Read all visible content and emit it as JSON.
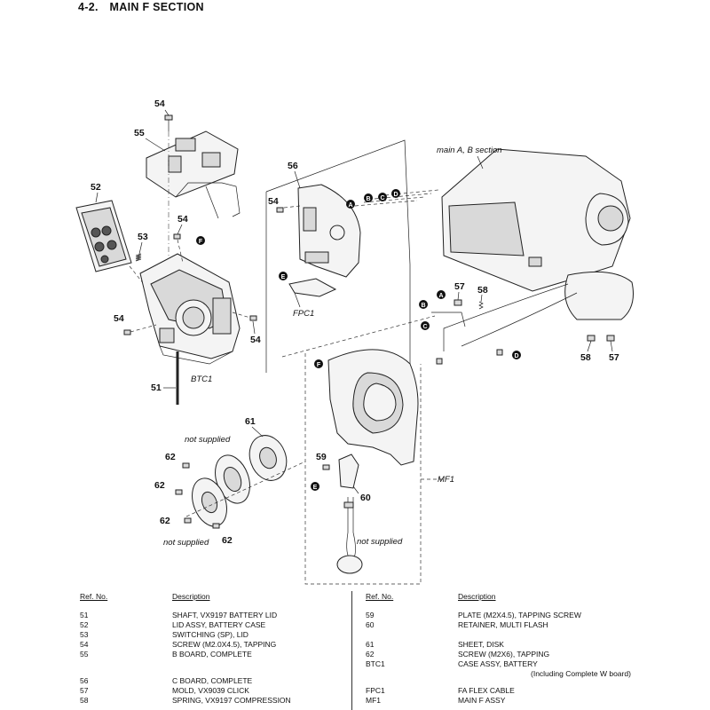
{
  "header": {
    "section_number": "4-2.",
    "section_title": "MAIN  F  SECTION"
  },
  "callouts": {
    "c54a": "54",
    "c55": "55",
    "c52": "52",
    "c53": "53",
    "c54b": "54",
    "c54c": "54",
    "c54d": "54",
    "c51": "51",
    "c56": "56",
    "c54e": "54",
    "c57a": "57",
    "c58a": "58",
    "c58b": "58",
    "c57b": "57",
    "c61": "61",
    "c62a": "62",
    "c62b": "62",
    "c62c": "62",
    "c62d": "62",
    "c59": "59",
    "c60": "60"
  },
  "labels": {
    "btc1": "BTC1",
    "fpc1": "FPC1",
    "mf1": "MF1",
    "main_ab": "main A, B section",
    "not_supplied_1": "not supplied",
    "not_supplied_2": "not supplied",
    "not_supplied_3": "not supplied"
  },
  "refs": {
    "A": "A",
    "B": "B",
    "C": "C",
    "D": "D",
    "E": "E",
    "F": "F"
  },
  "parts_table": {
    "left": {
      "header_ref": "Ref. No.",
      "header_desc": "Description",
      "rows": [
        {
          "ref": "51",
          "desc": "SHAFT, VX9197 BATTERY LID"
        },
        {
          "ref": "52",
          "desc": "LID ASSY, BATTERY CASE"
        },
        {
          "ref": "53",
          "desc": "SWITCHING (SP), LID"
        },
        {
          "ref": "54",
          "desc": "SCREW (M2.0X4.5), TAPPING"
        },
        {
          "ref": "55",
          "desc": "B BOARD, COMPLETE"
        },
        {
          "ref": "56",
          "desc": "C BOARD, COMPLETE"
        },
        {
          "ref": "57",
          "desc": "MOLD, VX9039 CLICK"
        },
        {
          "ref": "58",
          "desc": "SPRING, VX9197 COMPRESSION"
        }
      ]
    },
    "right": {
      "header_ref": "Ref. No.",
      "header_desc": "Description",
      "rows": [
        {
          "ref": "59",
          "desc": "PLATE (M2X4.5), TAPPING SCREW"
        },
        {
          "ref": "60",
          "desc": "RETAINER, MULTI FLASH"
        },
        {
          "ref": "61",
          "desc": "SHEET, DISK"
        },
        {
          "ref": "62",
          "desc": "SCREW (M2X6), TAPPING"
        },
        {
          "ref": "BTC1",
          "desc": "CASE ASSY, BATTERY"
        },
        {
          "ref": "FPC1",
          "desc": "FA FLEX CABLE"
        },
        {
          "ref": "MF1",
          "desc": "MAIN F ASSY"
        }
      ],
      "btc1_note": "(Including Complete W board)"
    }
  }
}
